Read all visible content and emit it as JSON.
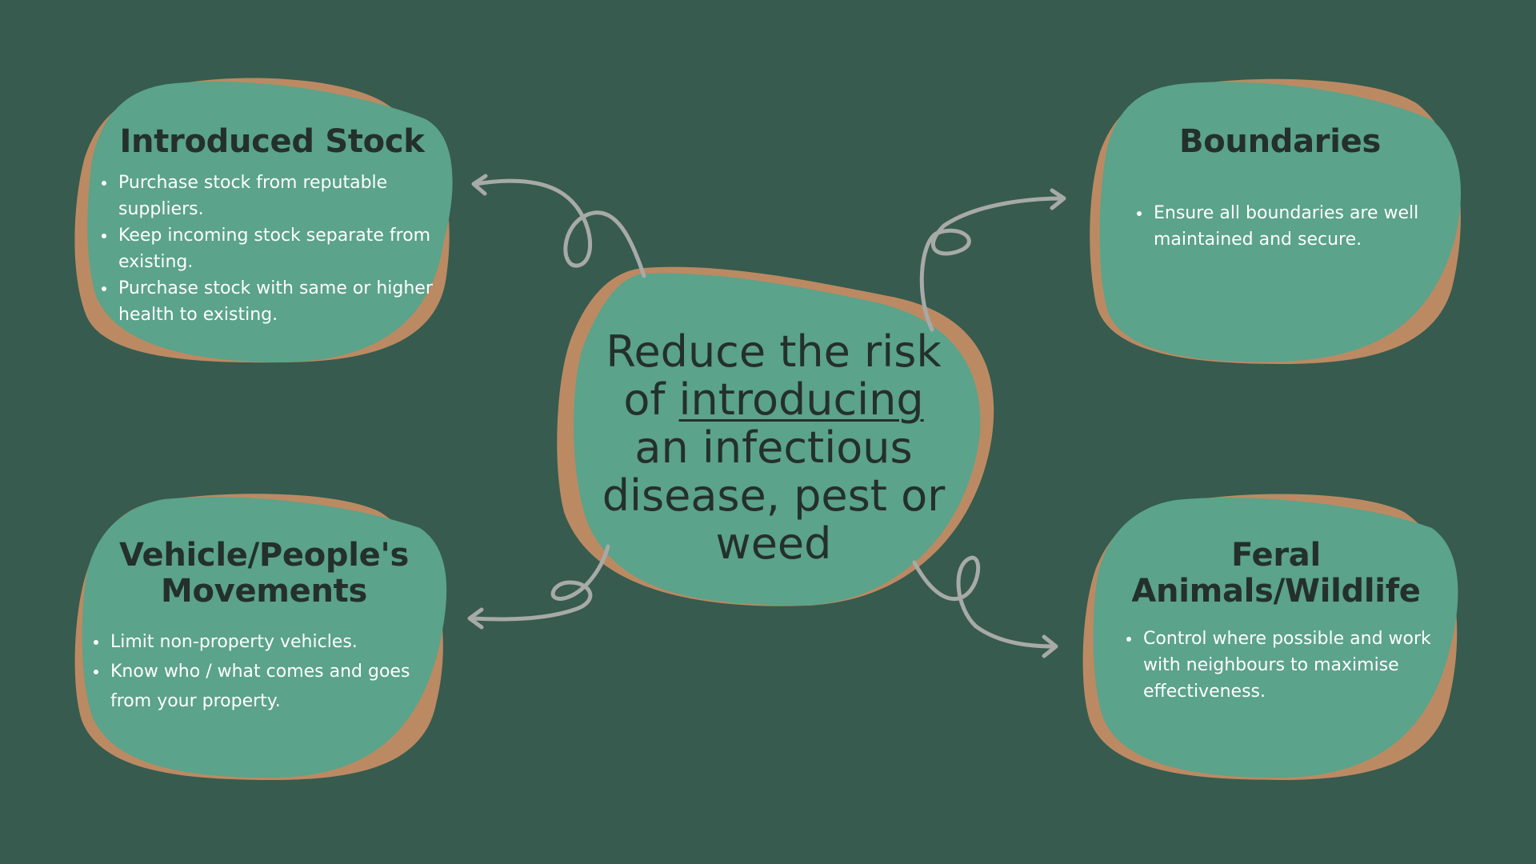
{
  "center": {
    "line1": "Reduce the risk",
    "line2_prefix": "of ",
    "line2_underlined": "introducing",
    "line3": "an infectious",
    "line4": "disease, pest or",
    "line5": "weed"
  },
  "cards": {
    "stock": {
      "title": "Introduced Stock",
      "bullets": [
        "Purchase stock from reputable suppliers.",
        "Keep incoming stock separate from existing.",
        "Purchase stock with same or higher health to existing."
      ]
    },
    "boundaries": {
      "title": "Boundaries",
      "bullets": [
        "Ensure all boundaries are well maintained and secure."
      ]
    },
    "vehicles": {
      "title_line1": "Vehicle/People's",
      "title_line2": "Movements",
      "bullets": [
        "Limit non-property vehicles.",
        "Know who / what comes and goes from your property."
      ]
    },
    "feral": {
      "title_line1": "Feral",
      "title_line2": "Animals/Wildlife",
      "bullets": [
        "Control where possible and work with neighbours to maximise effectiveness."
      ]
    }
  },
  "colors": {
    "background": "#375b4e",
    "blob_green": "#5ba38a",
    "blob_tan": "#bb8a63",
    "arrow": "#a7aaa7",
    "heading_text": "#24302c",
    "body_text": "#ffffff"
  },
  "connector_arrow_icon": "looped-arrow"
}
